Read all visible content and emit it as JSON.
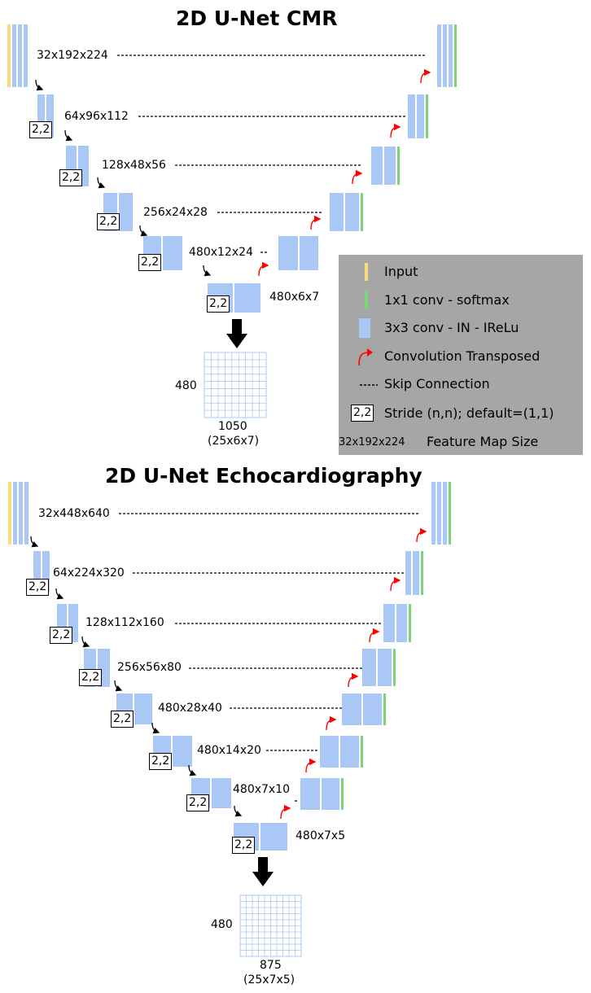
{
  "cmr": {
    "title": "2D U-Net CMR",
    "levels": [
      "32x192x224",
      "64x96x112",
      "128x48x56",
      "256x24x28",
      "480x12x24"
    ],
    "bottleneck": "480x6x7",
    "stride": "2,2",
    "grid_rows": "480",
    "grid_cols": "1050",
    "grid_sub": "(25x6x7)"
  },
  "echo": {
    "title": "2D U-Net Echocardiography",
    "levels": [
      "32x448x640",
      "64x224x320",
      "128x112x160",
      "256x56x80",
      "480x28x40",
      "480x14x20",
      "480x7x10"
    ],
    "bottleneck": "480x7x5",
    "stride": "2,2",
    "grid_rows": "480",
    "grid_cols": "875",
    "grid_sub": "(25x7x5)"
  },
  "legend": {
    "input": "Input",
    "conv1": "1x1 conv  - softmax",
    "conv3": "3x3 conv - IN - IReLu",
    "transposed": "Convolution Transposed",
    "skip": "Skip Connection",
    "stride_box": "2,2",
    "stride_text": "Stride (n,n); default=(1,1)",
    "fm_example": "32x192x224",
    "fm_text": "Feature Map Size"
  },
  "colors": {
    "block": "#a9c8f5",
    "input": "#f7dd7a",
    "softmax": "#78d773",
    "upsample_arrow": "#ff0000",
    "legend_bg": "#a6a6a6",
    "grid": "#a9c8f5"
  }
}
